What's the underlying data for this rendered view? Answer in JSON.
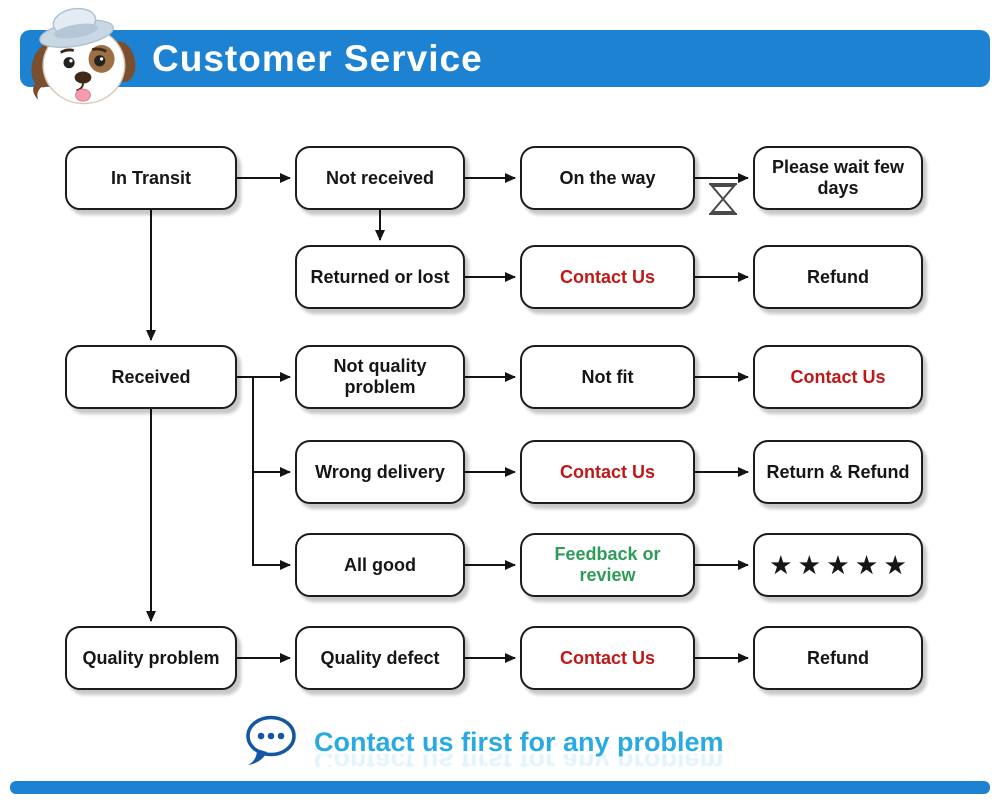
{
  "header": {
    "title": "Customer Service"
  },
  "nodes": {
    "in_transit": {
      "label": "In Transit"
    },
    "not_received": {
      "label": "Not received"
    },
    "on_the_way": {
      "label": "On the way"
    },
    "please_wait": {
      "label": "Please wait few days"
    },
    "returned_or_lost": {
      "label": "Returned or lost"
    },
    "contact_us_1": {
      "label": "Contact Us"
    },
    "refund_1": {
      "label": "Refund"
    },
    "received": {
      "label": "Received"
    },
    "not_quality_problem": {
      "label": "Not quality problem"
    },
    "not_fit": {
      "label": "Not fit"
    },
    "contact_us_2": {
      "label": "Contact Us"
    },
    "wrong_delivery": {
      "label": "Wrong delivery"
    },
    "contact_us_3": {
      "label": "Contact Us"
    },
    "return_refund": {
      "label": "Return & Refund"
    },
    "all_good": {
      "label": "All good"
    },
    "feedback_review": {
      "label": "Feedback or review"
    },
    "five_stars": {
      "label": "★★★★★"
    },
    "quality_problem": {
      "label": "Quality problem"
    },
    "quality_defect": {
      "label": "Quality defect"
    },
    "contact_us_4": {
      "label": "Contact Us"
    },
    "refund_2": {
      "label": "Refund"
    }
  },
  "footer": {
    "message": "Contact us first for any problem"
  },
  "icons": {
    "mascot": "dog-with-hat-icon",
    "wait": "hourglass-icon",
    "chat": "chat-bubble-icon"
  },
  "colors": {
    "header_blue": "#1e82d2",
    "accent_red": "#c01818",
    "accent_green": "#2d9c58",
    "footer_cyan": "#29abe2",
    "bubble_blue": "#1356a2"
  }
}
